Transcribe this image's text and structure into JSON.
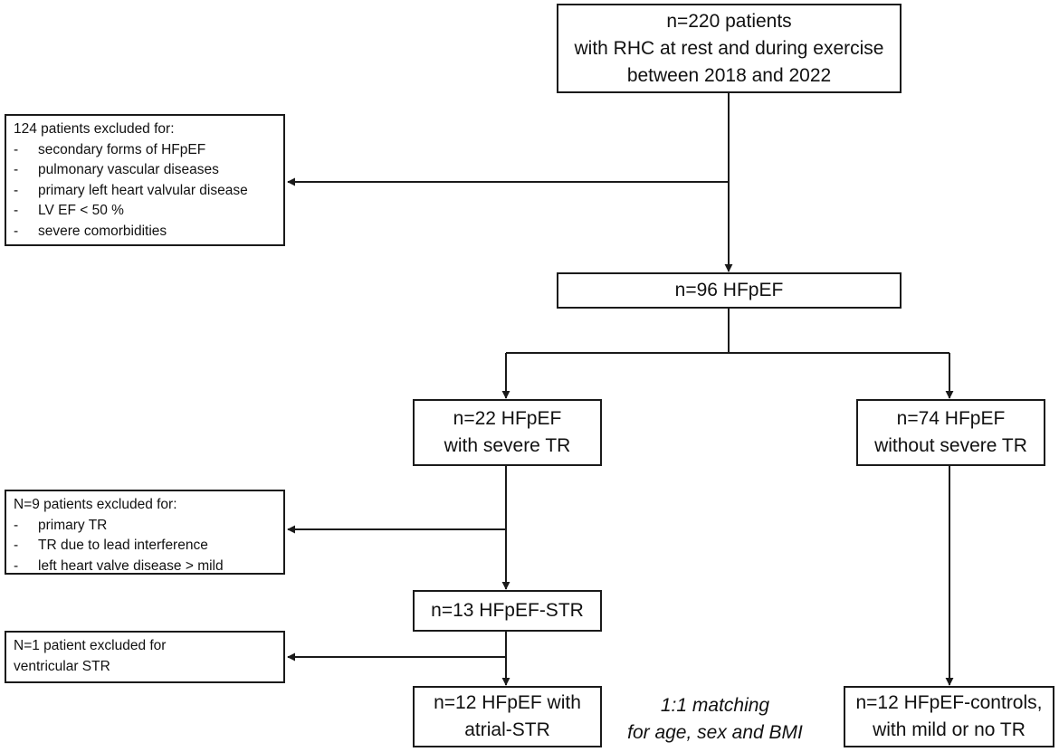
{
  "boxes": {
    "total": [
      "n=220 patients",
      "with RHC at rest and during exercise",
      "between 2018 and 2022"
    ],
    "hfpef": [
      "n=96 HFpEF"
    ],
    "severe_tr": [
      "n=22 HFpEF",
      "with severe TR"
    ],
    "no_severe_tr": [
      "n=74 HFpEF",
      "without severe TR"
    ],
    "str": [
      "n=13 HFpEF-STR"
    ],
    "atrial_str": [
      "n=12 HFpEF with",
      "atrial-STR"
    ],
    "controls": [
      "n=12 HFpEF-controls,",
      "with mild or no TR"
    ]
  },
  "exclusions": {
    "first": {
      "title": "124 patients excluded for:",
      "items": [
        "secondary forms of HFpEF",
        "pulmonary vascular diseases",
        "primary left heart valvular disease",
        "LV EF < 50 %",
        "severe comorbidities"
      ]
    },
    "second": {
      "title": "N=9 patients excluded for:",
      "items": [
        "primary TR",
        "TR due to lead interference",
        "left heart valve disease > mild"
      ]
    },
    "third": {
      "title": "N=1 patient excluded for",
      "line2": "ventricular STR"
    }
  },
  "matching_note": [
    "1:1 matching",
    "for age, sex and BMI"
  ]
}
